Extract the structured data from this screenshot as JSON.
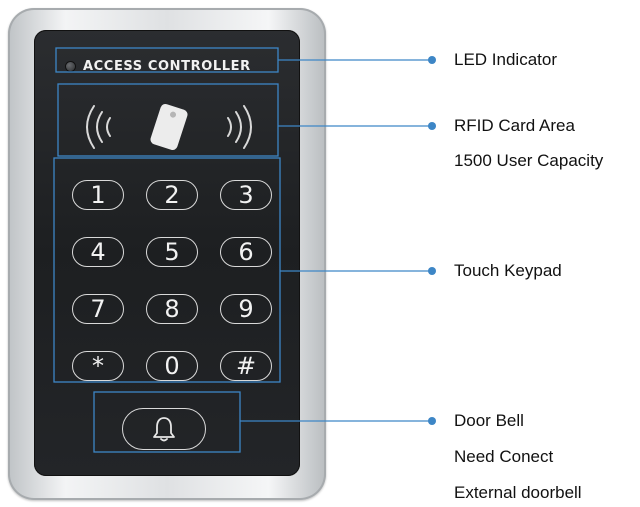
{
  "device": {
    "header_text": "ACCESS CONTROLLER",
    "keys": [
      "1",
      "2",
      "3",
      "4",
      "5",
      "6",
      "7",
      "8",
      "9",
      "*",
      "0",
      "#"
    ]
  },
  "callouts": [
    {
      "id": "led",
      "lines": [
        "LED Indicator"
      ]
    },
    {
      "id": "rfid",
      "lines": [
        "RFID Card Area",
        "1500 User Capacity"
      ]
    },
    {
      "id": "keypad",
      "lines": [
        "Touch Keypad"
      ]
    },
    {
      "id": "doorbell",
      "lines": [
        "Door Bell",
        "Need Conect",
        "External doorbell"
      ]
    }
  ],
  "colors": {
    "callout_line": "#3d86c6",
    "panel": "#1f2123",
    "frame": "#dfe1e3",
    "key_outline": "#d9d9d9"
  },
  "icons": [
    "led-icon",
    "rfid-card-icon",
    "rfid-wave-icon",
    "bell-icon"
  ]
}
